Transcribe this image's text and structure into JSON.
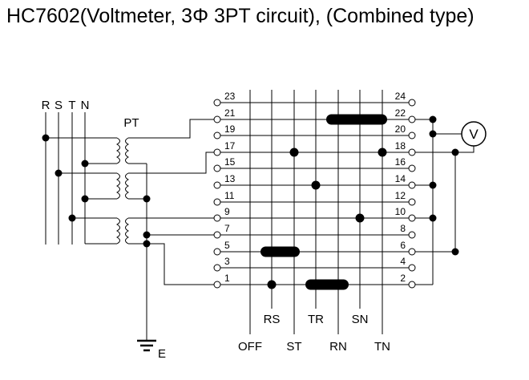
{
  "title": "HC7602(Voltmeter, 3Φ 3PT circuit), (Combined type)",
  "phase_labels": {
    "r": "R",
    "s": "S",
    "t": "T",
    "n": "N"
  },
  "pt_label": "PT",
  "earth_label": "E",
  "voltmeter_label": "V",
  "terminals": {
    "left": [
      "23",
      "21",
      "19",
      "17",
      "15",
      "13",
      "11",
      "9",
      "7",
      "5",
      "3",
      "1"
    ],
    "right": [
      "24",
      "22",
      "20",
      "18",
      "16",
      "14",
      "12",
      "10",
      "8",
      "6",
      "4",
      "2"
    ]
  },
  "switch_positions": {
    "upper": [
      "RS",
      "TR",
      "SN"
    ],
    "lower": [
      "OFF",
      "ST",
      "RN",
      "TN"
    ]
  },
  "contacts": [
    {
      "terminals": "21-22",
      "type": "bridge",
      "positions": [
        "RN",
        "SN",
        "TN"
      ]
    },
    {
      "terminals": "17-18",
      "type": "dot",
      "positions": [
        "ST",
        "TN"
      ]
    },
    {
      "terminals": "13-14",
      "type": "dot",
      "positions": [
        "TR"
      ]
    },
    {
      "terminals": "9-10",
      "type": "dot",
      "positions": [
        "SN"
      ]
    },
    {
      "terminals": "5-6",
      "type": "bridge",
      "positions": [
        "RS",
        "ST"
      ]
    },
    {
      "terminals": "1-2",
      "type": "dot",
      "positions": [
        "RS"
      ]
    },
    {
      "terminals": "1-2",
      "type": "bridge",
      "positions": [
        "TR",
        "RN"
      ]
    }
  ],
  "colors": {
    "ink": "#000000",
    "background": "#ffffff"
  }
}
